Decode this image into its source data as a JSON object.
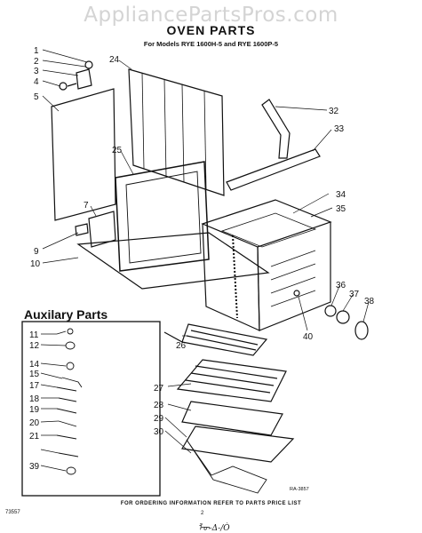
{
  "watermark": "AppliancePartsPros.com",
  "title": "OVEN PARTS",
  "subtitle": "For Models RYE 1600H-5 and RYE 1600P-5",
  "aux_heading": "Auxilary Parts",
  "footer_note": "FOR ORDERING INFORMATION REFER TO PARTS PRICE LIST",
  "page_code": "73557",
  "page_number": "2",
  "handwritten": "ᠯ᠊ᠦ-Δ-/Ò",
  "ra_code": "RA-3857",
  "callouts": [
    "1",
    "2",
    "3",
    "4",
    "5",
    "24",
    "32",
    "33",
    "25",
    "34",
    "35",
    "7",
    "9",
    "10",
    "36",
    "37",
    "38",
    "40",
    "26",
    "27",
    "28",
    "29",
    "30",
    "11",
    "12",
    "14",
    "15",
    "17",
    "18",
    "19",
    "20",
    "21",
    "39"
  ]
}
